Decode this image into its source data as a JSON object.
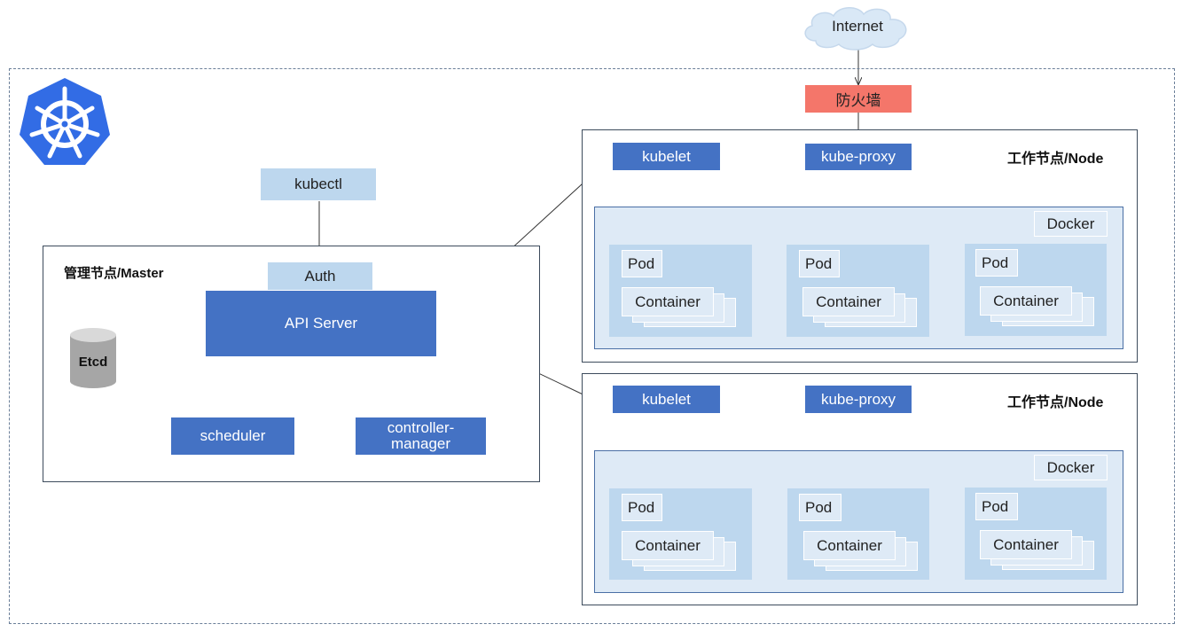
{
  "internet": {
    "label": "Internet"
  },
  "firewall": {
    "label": "防火墙"
  },
  "master": {
    "title": "管理节点/Master",
    "kubectl": "kubectl",
    "auth": "Auth",
    "api_server": "API Server",
    "etcd": "Etcd",
    "scheduler": "scheduler",
    "controller_manager": "controller-\nmanager"
  },
  "nodes": [
    {
      "title": "工作节点/Node",
      "kubelet": "kubelet",
      "kube_proxy": "kube-proxy",
      "docker": "Docker",
      "pods": [
        {
          "pod": "Pod",
          "container": "Container"
        },
        {
          "pod": "Pod",
          "container": "Container"
        },
        {
          "pod": "Pod",
          "container": "Container"
        }
      ]
    },
    {
      "title": "工作节点/Node",
      "kubelet": "kubelet",
      "kube_proxy": "kube-proxy",
      "docker": "Docker",
      "pods": [
        {
          "pod": "Pod",
          "container": "Container"
        },
        {
          "pod": "Pod",
          "container": "Container"
        },
        {
          "pod": "Pod",
          "container": "Container"
        }
      ]
    }
  ],
  "colors": {
    "component_blue": "#4472c4",
    "light_blue": "#bdd7ee",
    "pale_blue": "#deeaf6",
    "firewall_red": "#f4766a",
    "kubernetes_logo": "#326ce5"
  },
  "icons": {
    "logo": "kubernetes-helm-icon",
    "cloud": "cloud-icon",
    "database": "database-cylinder-icon"
  }
}
